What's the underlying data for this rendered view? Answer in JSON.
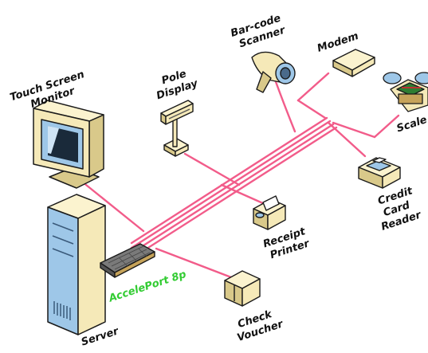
{
  "colors": {
    "cable": "#f25c8a",
    "device_body": "#f5e9b8",
    "device_top": "#fbf3cf",
    "device_shadow": "#d9c98a",
    "outline": "#1a1a1a",
    "screen": "#9ec7e8",
    "accent_label": "#33cc33",
    "board": "#7a7a7a",
    "scale_green": "#2e7d32"
  },
  "labels": {
    "touch_screen": [
      "Touch Screen",
      "Monitor"
    ],
    "pole_display": [
      "Pole",
      "Display"
    ],
    "barcode_scanner": [
      "Bar-code",
      "Scanner"
    ],
    "modem": "Modem",
    "scale": "Scale",
    "credit_card_reader": [
      "Credit",
      "Card",
      "Reader"
    ],
    "receipt_printer": [
      "Receipt",
      "Printer"
    ],
    "acceleport": "AccelePort 8p",
    "check_voucher": [
      "Check",
      "Voucher"
    ],
    "server": "Server"
  },
  "icons": {
    "monitor": "touch-screen-monitor-icon",
    "pole": "pole-display-icon",
    "scanner": "barcode-scanner-icon",
    "modem": "modem-icon",
    "scale": "scale-icon",
    "card_reader": "credit-card-reader-icon",
    "printer": "receipt-printer-icon",
    "voucher": "check-voucher-icon",
    "server": "server-tower-icon",
    "board": "acceleport-board-icon"
  }
}
